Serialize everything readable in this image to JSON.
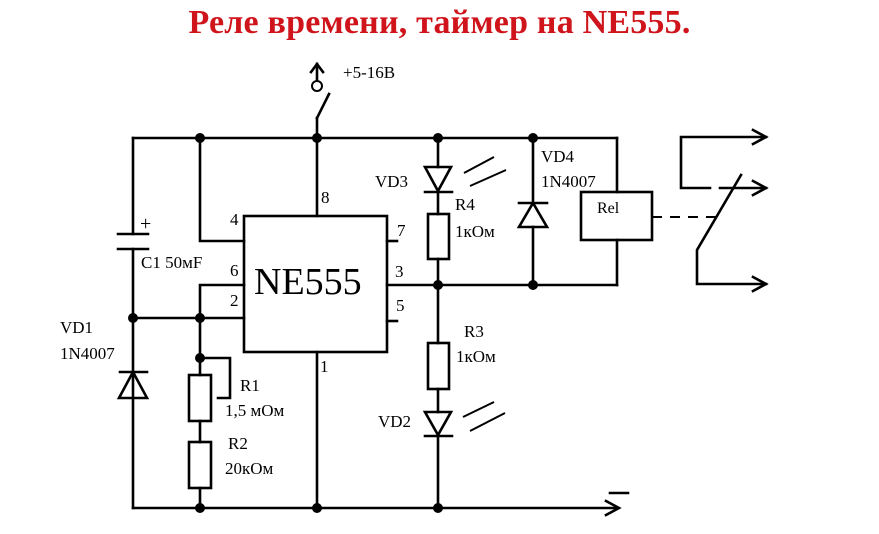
{
  "title": "Реле времени, таймер на NE555.",
  "colors": {
    "title": "#d0141b",
    "wire": "#000000",
    "background": "#ffffff"
  },
  "supply": {
    "label": "+5-16В",
    "ground_label": "—"
  },
  "chip": {
    "name": "NE555",
    "pins": {
      "p1": "1",
      "p2": "2",
      "p3": "3",
      "p4": "4",
      "p5": "5",
      "p6": "6",
      "p7": "7",
      "p8": "8"
    }
  },
  "components": {
    "c1": {
      "ref": "C1",
      "value": "50мF",
      "label": "C1 50мF",
      "polarity": "+"
    },
    "vd1": {
      "ref": "VD1",
      "value": "1N4007"
    },
    "r1": {
      "ref": "R1",
      "value": "1,5 мОм"
    },
    "r2": {
      "ref": "R2",
      "value": "20кОм"
    },
    "vd3": {
      "ref": "VD3"
    },
    "r4": {
      "ref": "R4",
      "value": "1кОм"
    },
    "vd4": {
      "ref": "VD4",
      "value": "1N4007"
    },
    "rel": {
      "ref": "Rel"
    },
    "r3": {
      "ref": "R3",
      "value": "1кОм"
    },
    "vd2": {
      "ref": "VD2"
    }
  }
}
